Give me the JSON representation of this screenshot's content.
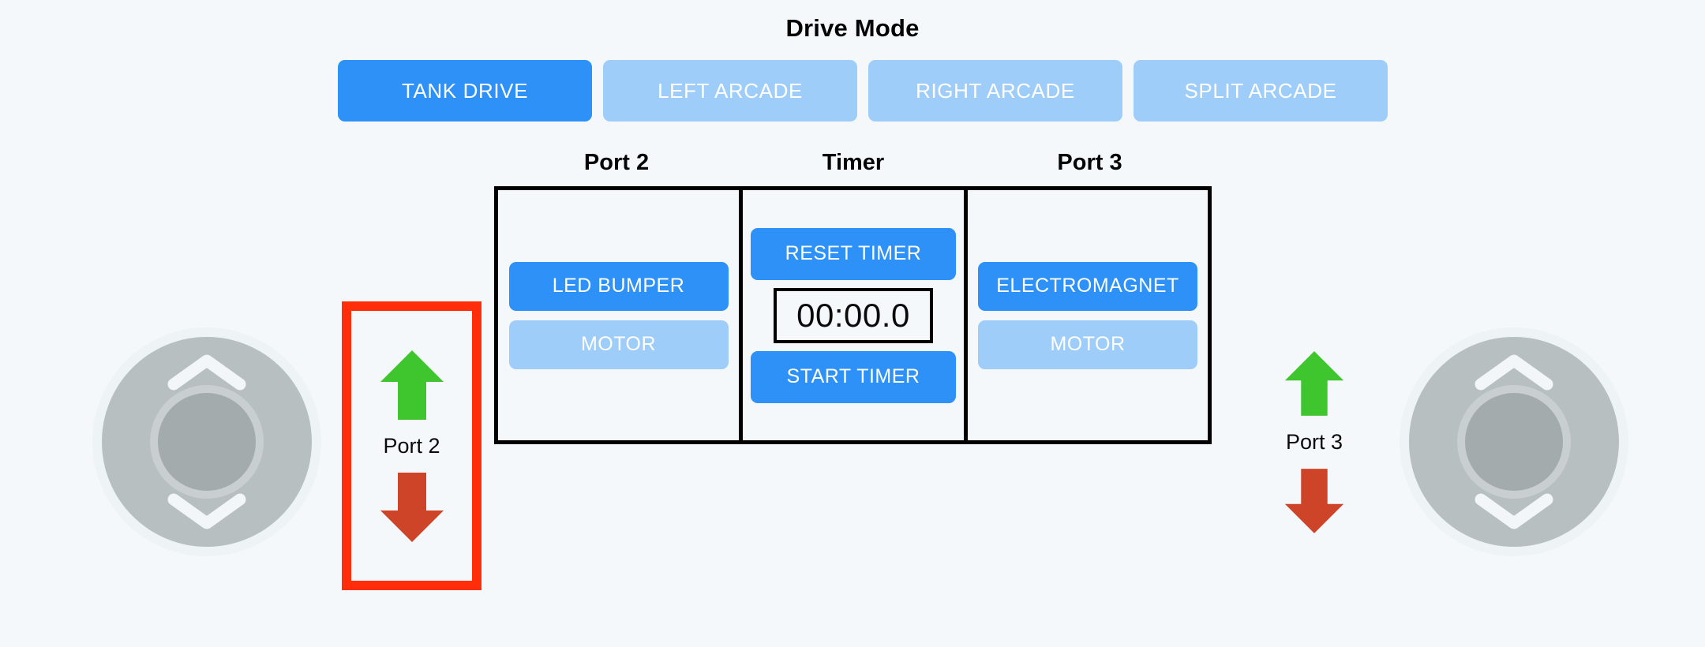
{
  "colors": {
    "background": "#f4f8fa",
    "primary_blue": "#2d91f7",
    "muted_blue": "#9fcdfa",
    "alert_red": "#ff2d0a",
    "arrow_green": "#3fc52e",
    "arrow_red": "#cd4428",
    "panel_border": "#000000",
    "joystick_disc": "#b8bfc1",
    "joystick_knob": "#a4abad"
  },
  "drive_mode": {
    "title": "Drive Mode",
    "selected": "TANK DRIVE",
    "buttons": [
      {
        "label": "TANK DRIVE",
        "active": true
      },
      {
        "label": "LEFT ARCADE",
        "active": false
      },
      {
        "label": "RIGHT ARCADE",
        "active": false
      },
      {
        "label": "SPLIT ARCADE",
        "active": false
      }
    ]
  },
  "panel": {
    "columns": [
      {
        "title": "Port 2",
        "buttons": [
          {
            "label": "LED BUMPER",
            "state": "primary"
          },
          {
            "label": "MOTOR",
            "state": "muted"
          }
        ]
      },
      {
        "title": "Timer",
        "reset_label": "RESET TIMER",
        "start_label": "START TIMER",
        "display": "00:00.0"
      },
      {
        "title": "Port 3",
        "buttons": [
          {
            "label": "ELECTROMAGNET",
            "state": "primary"
          },
          {
            "label": "MOTOR",
            "state": "muted"
          }
        ]
      }
    ]
  },
  "port_controls": [
    {
      "id": "port2",
      "label": "Port 2",
      "up_icon": "arrow-up-icon",
      "down_icon": "arrow-down-icon",
      "highlighted": true
    },
    {
      "id": "port3",
      "label": "Port 3",
      "up_icon": "arrow-up-icon",
      "down_icon": "arrow-down-icon",
      "highlighted": false
    }
  ],
  "joysticks": [
    {
      "id": "left",
      "up_icon": "chevron-up-icon",
      "down_icon": "chevron-down-icon"
    },
    {
      "id": "right",
      "up_icon": "chevron-up-icon",
      "down_icon": "chevron-down-icon"
    }
  ]
}
